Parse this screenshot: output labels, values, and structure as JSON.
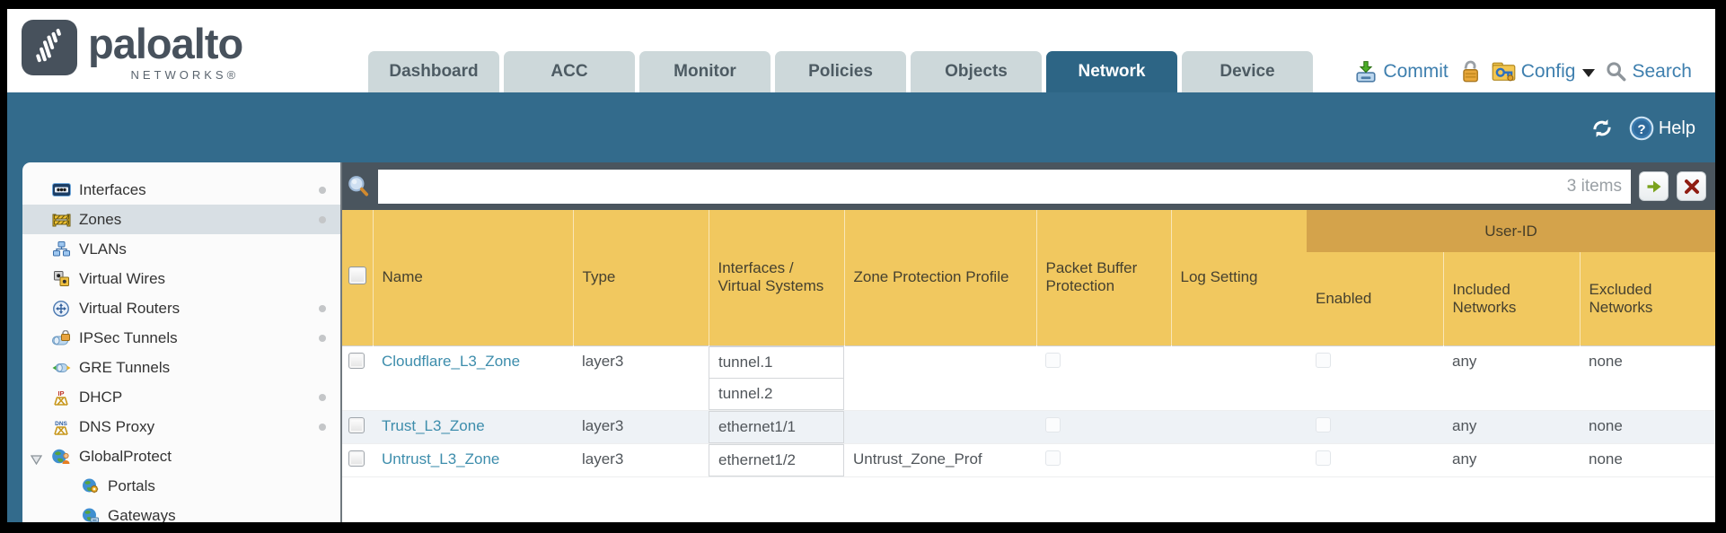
{
  "brand": {
    "word": "paloalto",
    "sub": "NETWORKS®"
  },
  "tabs": [
    {
      "label": "Dashboard"
    },
    {
      "label": "ACC"
    },
    {
      "label": "Monitor"
    },
    {
      "label": "Policies"
    },
    {
      "label": "Objects"
    },
    {
      "label": "Network",
      "active": true
    },
    {
      "label": "Device"
    }
  ],
  "topbar_actions": {
    "commit": "Commit",
    "config": "Config",
    "search": "Search"
  },
  "banner": {
    "help": "Help"
  },
  "sidebar": {
    "items": [
      {
        "label": "Interfaces",
        "icon": "interfaces-icon",
        "dot": true
      },
      {
        "label": "Zones",
        "icon": "zones-icon",
        "dot": true,
        "selected": true
      },
      {
        "label": "VLANs",
        "icon": "vlans-icon"
      },
      {
        "label": "Virtual Wires",
        "icon": "virtual-wires-icon"
      },
      {
        "label": "Virtual Routers",
        "icon": "virtual-routers-icon",
        "dot": true
      },
      {
        "label": "IPSec Tunnels",
        "icon": "ipsec-tunnels-icon",
        "dot": true
      },
      {
        "label": "GRE Tunnels",
        "icon": "gre-tunnels-icon"
      },
      {
        "label": "DHCP",
        "icon": "dhcp-icon",
        "dot": true
      },
      {
        "label": "DNS Proxy",
        "icon": "dns-proxy-icon",
        "dot": true
      },
      {
        "label": "GlobalProtect",
        "icon": "globalprotect-icon",
        "expanded": true
      },
      {
        "label": "Portals",
        "icon": "portals-icon",
        "child": true
      },
      {
        "label": "Gateways",
        "icon": "gateways-icon",
        "child": true
      }
    ]
  },
  "filter": {
    "value": "",
    "count": "3 items"
  },
  "table": {
    "group_header": "User-ID",
    "columns": [
      "Name",
      "Type",
      "Interfaces / Virtual Systems",
      "Zone Protection Profile",
      "Packet Buffer Protection",
      "Log Setting",
      "Enabled",
      "Included Networks",
      "Excluded Networks"
    ],
    "rows": [
      {
        "name": "Cloudflare_L3_Zone",
        "type": "layer3",
        "interfaces": [
          "tunnel.1",
          "tunnel.2"
        ],
        "zone_protection_profile": "",
        "packet_buffer_protection": false,
        "log_setting": "",
        "enabled": false,
        "included_networks": "any",
        "excluded_networks": "none"
      },
      {
        "name": "Trust_L3_Zone",
        "type": "layer3",
        "interfaces": [
          "ethernet1/1"
        ],
        "zone_protection_profile": "",
        "packet_buffer_protection": false,
        "log_setting": "",
        "enabled": false,
        "included_networks": "any",
        "excluded_networks": "none"
      },
      {
        "name": "Untrust_L3_Zone",
        "type": "layer3",
        "interfaces": [
          "ethernet1/2"
        ],
        "zone_protection_profile": "Untrust_Zone_Prof",
        "packet_buffer_protection": false,
        "log_setting": "",
        "enabled": false,
        "included_networks": "any",
        "excluded_networks": "none"
      }
    ]
  },
  "icons": {
    "logo": "soundwave-bars",
    "commit": "device-with-green-down-arrow",
    "lock": "unlocked-gold-padlock",
    "config": "folder-with-blue-key",
    "search_top": "gray-magnifier",
    "refresh": "white-circular-arrows",
    "help": "blue-question-circle",
    "filter_search": "blue-magnifier-orange-handle",
    "go": "green-right-arrow",
    "clear": "dark-red-x"
  },
  "colors": {
    "banner_teal": "#336b8c",
    "filter_slate": "#4a555e",
    "header_amber": "#f1c85f",
    "userid_amber": "#d4a34b",
    "tab_gray": "#cdd8da",
    "link_blue": "#3d8dac",
    "action_blue": "#3e7fae"
  }
}
